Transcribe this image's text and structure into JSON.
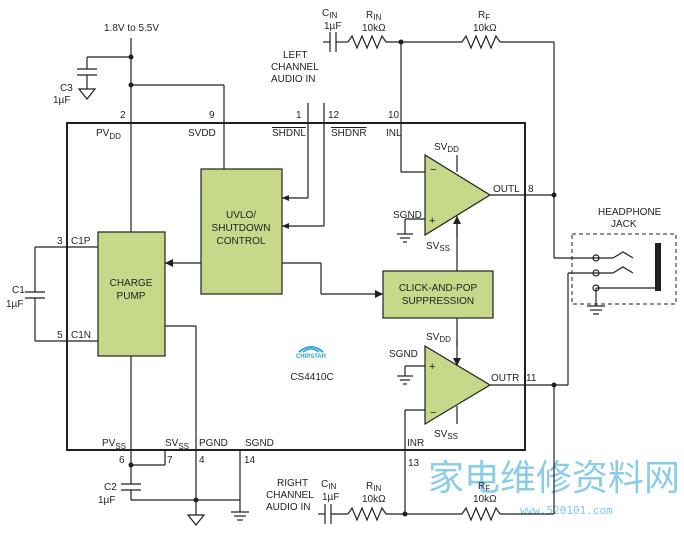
{
  "supply": {
    "voltage": "1.8V to 5.5V"
  },
  "chip": {
    "part": "CS4410C",
    "logo_text": "CHIPSTAR"
  },
  "capacitors": {
    "c3_name": "C3",
    "c3_val": "1µF",
    "c1_name": "C1",
    "c1_val": "1µF",
    "c2_name": "C2",
    "c2_val": "1µF"
  },
  "pins": {
    "p2": "2",
    "p9": "9",
    "p1": "1",
    "p12": "12",
    "p10": "10",
    "p8": "8",
    "p3": "3",
    "p5": "5",
    "p11": "11",
    "p6": "6",
    "p7": "7",
    "p4": "4",
    "p14": "14",
    "p13": "13"
  },
  "pin_labels": {
    "pvdd_a": "PV",
    "pvdd_b": "DD",
    "svdd": "SVDD",
    "shdnl": "SHDNL",
    "shdnr": "SHDNR",
    "inl": "INL",
    "outl": "OUTL",
    "c1p": "C1P",
    "c1n": "C1N",
    "outr": "OUTR",
    "pvss_a": "PV",
    "pvss_b": "SS",
    "svss_a": "SV",
    "svss_b": "SS",
    "pgnd": "PGND",
    "sgnd": "SGND",
    "inr": "INR"
  },
  "blocks": {
    "uvlo_1": "UVLO/",
    "uvlo_2": "SHUTDOWN",
    "uvlo_3": "CONTROL",
    "pump_1": "CHARGE",
    "pump_2": "PUMP",
    "cp_1": "CLICK-AND-POP",
    "cp_2": "SUPPRESSION"
  },
  "amp_top": {
    "svdd_a": "SV",
    "svdd_b": "DD",
    "sgnd": "SGND",
    "minus": "−",
    "plus": "+",
    "svss_a": "SV",
    "svss_b": "SS"
  },
  "amp_bot": {
    "svdd_a": "SV",
    "svdd_b": "DD",
    "sgnd": "SGND",
    "minus": "−",
    "plus": "+",
    "svss_a": "SV",
    "svss_b": "SS"
  },
  "left_in": {
    "line1": "LEFT",
    "line2": "CHANNEL",
    "line3": "AUDIO IN",
    "cin_a": "C",
    "cin_b": "IN",
    "cin_val": "1µF",
    "rin_a": "R",
    "rin_b": "IN",
    "rin_val": "10kΩ",
    "rf_a": "R",
    "rf_b": "F",
    "rf_val": "10kΩ"
  },
  "right_in": {
    "line1": "RIGHT",
    "line2": "CHANNEL",
    "line3": "AUDIO IN",
    "cin_a": "C",
    "cin_b": "IN",
    "cin_val": "1µF",
    "rin_a": "R",
    "rin_b": "IN",
    "rin_val": "10kΩ",
    "rf_a": "R",
    "rf_b": "F",
    "rf_val": "10kΩ"
  },
  "jack": {
    "line1": "HEADPHONE",
    "line2": "JACK"
  },
  "watermark": {
    "chars": "家电维修资料网",
    "url": "www.520101.com"
  }
}
